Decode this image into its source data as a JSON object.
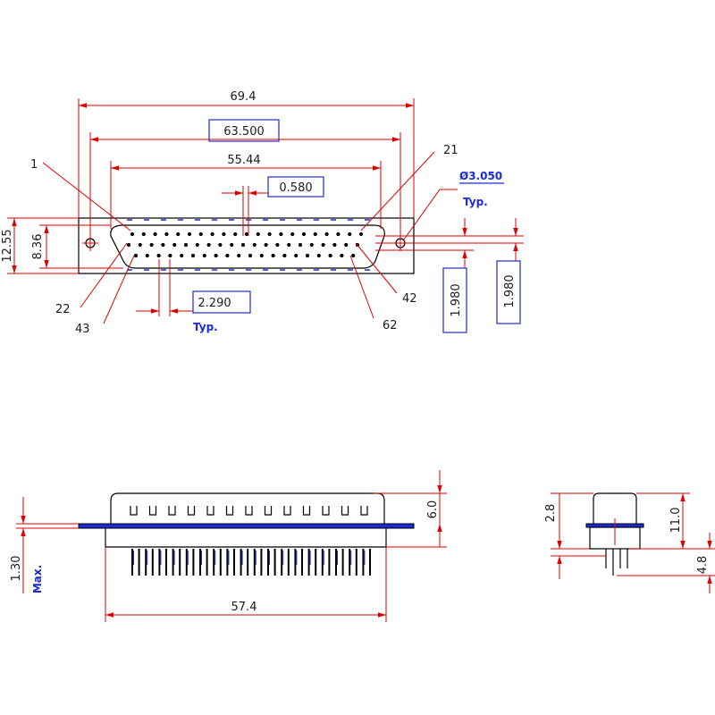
{
  "top_view": {
    "dims": {
      "overall_width": "69.4",
      "mount_spacing": "63.500",
      "shell_width": "55.44",
      "pin_diameter": "0.580",
      "flange_height": "12.55",
      "shell_height": "8.36",
      "pin_pitch": "2.290",
      "row_pitch_left": "1.980",
      "row_pitch_right": "1.980",
      "hole_diameter": "Ø3.050"
    },
    "notes": {
      "typ_pitch": "Typ.",
      "typ_hole": "Typ."
    },
    "pin_labels": {
      "p1": "1",
      "p21": "21",
      "p22": "22",
      "p42": "42",
      "p43": "43",
      "p62": "62"
    }
  },
  "side_view": {
    "dims": {
      "length": "57.4",
      "height": "6.0",
      "flange_thickness": "1.30"
    },
    "notes": {
      "max": "Max."
    }
  },
  "end_view": {
    "dims": {
      "top": "2.8",
      "height": "11.0",
      "pin_length": "4.8"
    }
  },
  "colors": {
    "dimension": "#e00000",
    "outline": "#000000",
    "note": "#1a2bd8"
  }
}
